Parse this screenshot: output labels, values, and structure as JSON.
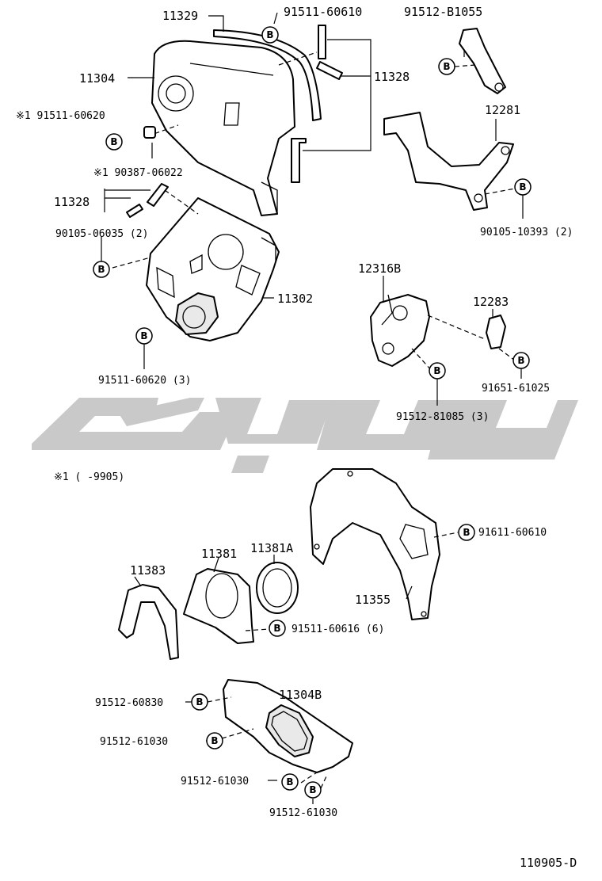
{
  "diagram_id": "110905-D",
  "note": "※1 (         -9905)",
  "b_symbol": "B",
  "parts": {
    "p11329": "11329",
    "p91511_60610": "91511-60610",
    "p91512_B1055": "91512-B1055",
    "p11304": "11304",
    "p11328_top": "11328",
    "p91511_60620_note": "※1 91511-60620",
    "p90387_06022_note": "※1 90387-06022",
    "p12281": "12281",
    "p11328_left": "11328",
    "p90105_06035": "90105-06035 (2)",
    "p90105_10393": "90105-10393 (2)",
    "p12316B": "12316B",
    "p11302": "11302",
    "p12283": "12283",
    "p91511_60620_3": "91511-60620 (3)",
    "p91651_61025": "91651-61025",
    "p91512_81085": "91512-81085 (3)",
    "p91611_60610": "91611-60610",
    "p11383": "11383",
    "p11381": "11381",
    "p11381A": "11381A",
    "p11355": "11355",
    "p91511_60616": "91511-60616 (6)",
    "p11304B": "11304B",
    "p91512_60830": "91512-60830",
    "p91512_61030_a": "91512-61030",
    "p91512_61030_b": "91512-61030",
    "p91512_61030_c": "91512-61030"
  }
}
